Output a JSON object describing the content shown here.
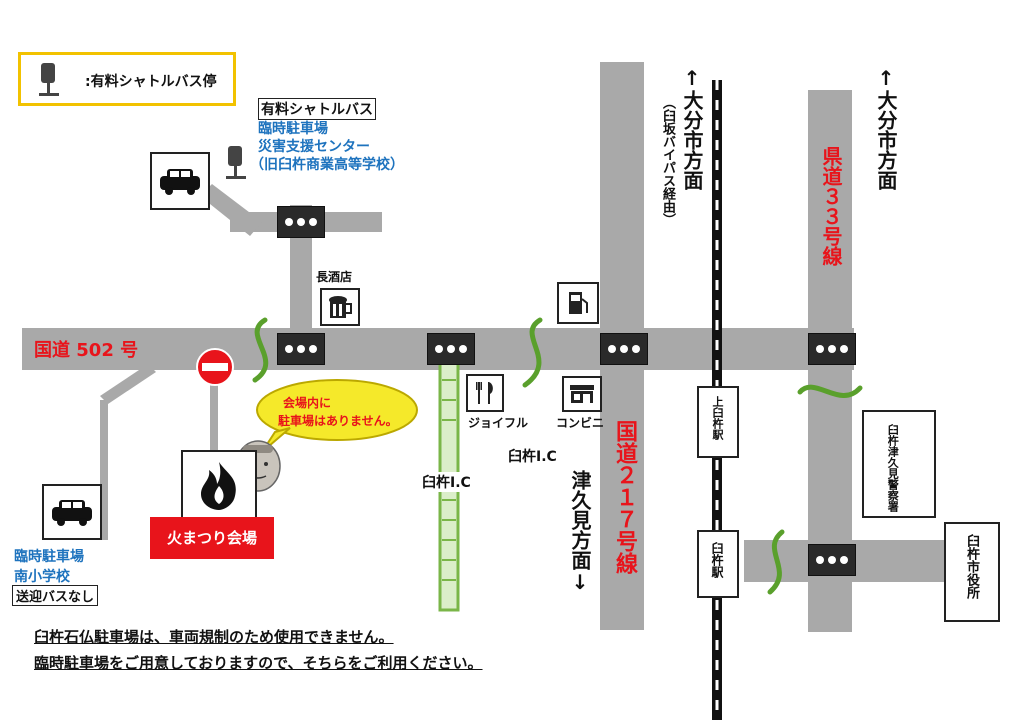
{
  "legend": {
    "label": ":有料シャトルバス停",
    "icon": "bus-stop-icon"
  },
  "parking_north": {
    "line1": "有料シャトルバス",
    "line2": "臨時駐車場",
    "line3": "災害支援センター",
    "line4": "（旧臼杵商業高等学校）"
  },
  "parking_south": {
    "line1": "臨時駐車場",
    "line2": "南小学校",
    "line3": "送迎バスなし"
  },
  "roads": {
    "route502": "国道 502 号",
    "route217": "国道２１７号線",
    "pref33": "県道３３号線"
  },
  "directions": {
    "oita_left": "↑大分市方面",
    "oita_left_note": "（臼坂バイパス経由）",
    "oita_right": "↑大分市方面",
    "tsukumi": "津久見方面↓"
  },
  "places": {
    "sake_shop": "長酒店",
    "joyfull": "ジョイフル",
    "convenience": "コンビニ",
    "usuki_ic_road": "臼杵I.C",
    "usuki_ic_top": "臼杵I.C",
    "kami_usuki_station": "上臼杵駅",
    "usuki_station": "臼杵駅",
    "police": "臼杵津久見警察署",
    "city_hall": "臼杵市役所",
    "venue": "火まつり会場"
  },
  "speech": {
    "line1": "会場内に",
    "line2": "駐車場はありません。"
  },
  "notice": {
    "line1": "臼杵石仏駐車場は、車両規制のため使用できません。",
    "line2": "臨時駐車場をご用意しておりますので、そちらをご利用ください。"
  },
  "colors": {
    "road": "#a9a9a9",
    "accent_red": "#e8141b",
    "blue": "#1e73be",
    "green": "#5aa02c",
    "legend_border": "#f2c200",
    "speech_fill": "#f5e92a",
    "venue_red": "#e8141b"
  }
}
